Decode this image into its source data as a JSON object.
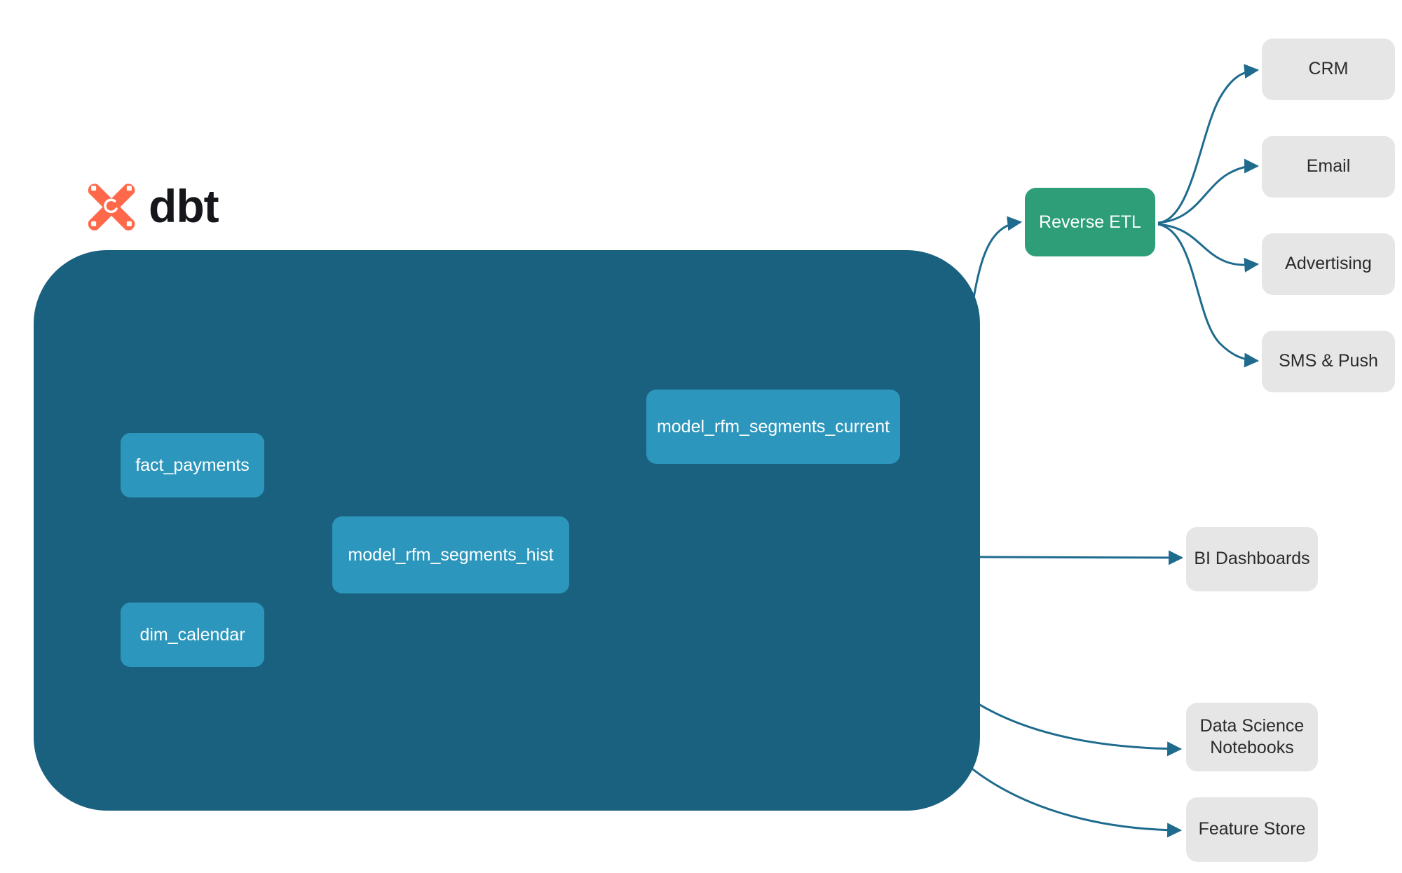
{
  "brand": {
    "name": "dbt",
    "logo_icon": "dbt-logo-icon",
    "logo_color": "#FF694A"
  },
  "colors": {
    "warehouse_bg": "#1A6180",
    "model_node": "#2C96BC",
    "activation_node": "#2E9E78",
    "destination_node": "#E6E6E6",
    "external_edge": "#1F6B8E",
    "internal_edge": "#3D8EA8",
    "canvas": "#FFFFFF"
  },
  "warehouse": {
    "label": "",
    "models": [
      {
        "id": "fact_payments",
        "label": "fact_payments",
        "kind": "source"
      },
      {
        "id": "dim_calendar",
        "label": "dim_calendar",
        "kind": "source"
      },
      {
        "id": "model_rfm_segments_hist",
        "label": "model_rfm_segments_hist",
        "kind": "model"
      },
      {
        "id": "model_rfm_segments_current",
        "label": "model_rfm_segments_current",
        "kind": "model"
      }
    ]
  },
  "activation": {
    "id": "reverse_etl",
    "label": "Reverse ETL"
  },
  "destinations": [
    {
      "id": "crm",
      "label": "CRM"
    },
    {
      "id": "email",
      "label": "Email"
    },
    {
      "id": "advertising",
      "label": "Advertising"
    },
    {
      "id": "sms_push",
      "label": "SMS & Push"
    }
  ],
  "consumers": [
    {
      "id": "bi_dashboards",
      "label": "BI Dashboards"
    },
    {
      "id": "data_science_notebooks",
      "label": "Data Science\nNotebooks",
      "line1": "Data Science",
      "line2": "Notebooks"
    },
    {
      "id": "feature_store",
      "label": "Feature Store"
    }
  ],
  "edges": [
    {
      "from": "fact_payments",
      "to": "model_rfm_segments_hist",
      "style": "internal"
    },
    {
      "from": "dim_calendar",
      "to": "model_rfm_segments_hist",
      "style": "internal"
    },
    {
      "from": "model_rfm_segments_hist",
      "to": "model_rfm_segments_current",
      "style": "internal"
    },
    {
      "from": "model_rfm_segments_current",
      "to": "reverse_etl",
      "style": "external"
    },
    {
      "from": "model_rfm_segments_hist",
      "to": "bi_dashboards",
      "style": "external"
    },
    {
      "from": "model_rfm_segments_hist",
      "to": "data_science_notebooks",
      "style": "external"
    },
    {
      "from": "model_rfm_segments_hist",
      "to": "feature_store",
      "style": "external"
    },
    {
      "from": "reverse_etl",
      "to": "crm",
      "style": "external"
    },
    {
      "from": "reverse_etl",
      "to": "email",
      "style": "external"
    },
    {
      "from": "reverse_etl",
      "to": "advertising",
      "style": "external"
    },
    {
      "from": "reverse_etl",
      "to": "sms_push",
      "style": "external"
    }
  ]
}
